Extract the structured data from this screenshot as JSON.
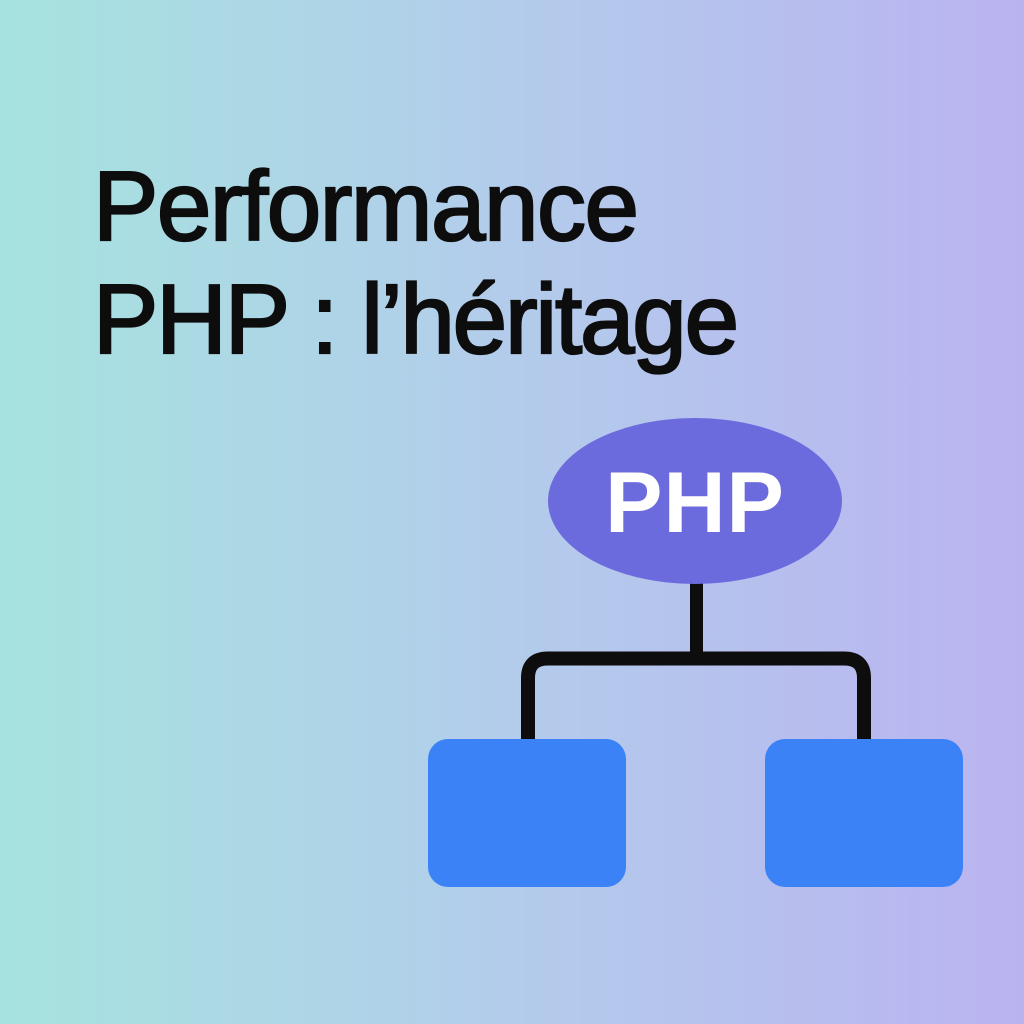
{
  "title": {
    "line1": "Performance",
    "line2": "PHP : l’héritage"
  },
  "diagram": {
    "type": "inheritance-tree",
    "root": {
      "label": "PHP",
      "shape": "ellipse",
      "color": "#6C6BDE",
      "text_color": "#FFFFFF"
    },
    "children": [
      {
        "label": "",
        "shape": "rounded-rectangle",
        "color": "#3A82F6"
      },
      {
        "label": "",
        "shape": "rounded-rectangle",
        "color": "#3A82F6"
      }
    ],
    "connector_color": "#0D0D0D"
  },
  "background": {
    "gradient_left": "#A6E3DF",
    "gradient_mid": "#B3CCEB",
    "gradient_right": "#BAB3F1"
  }
}
